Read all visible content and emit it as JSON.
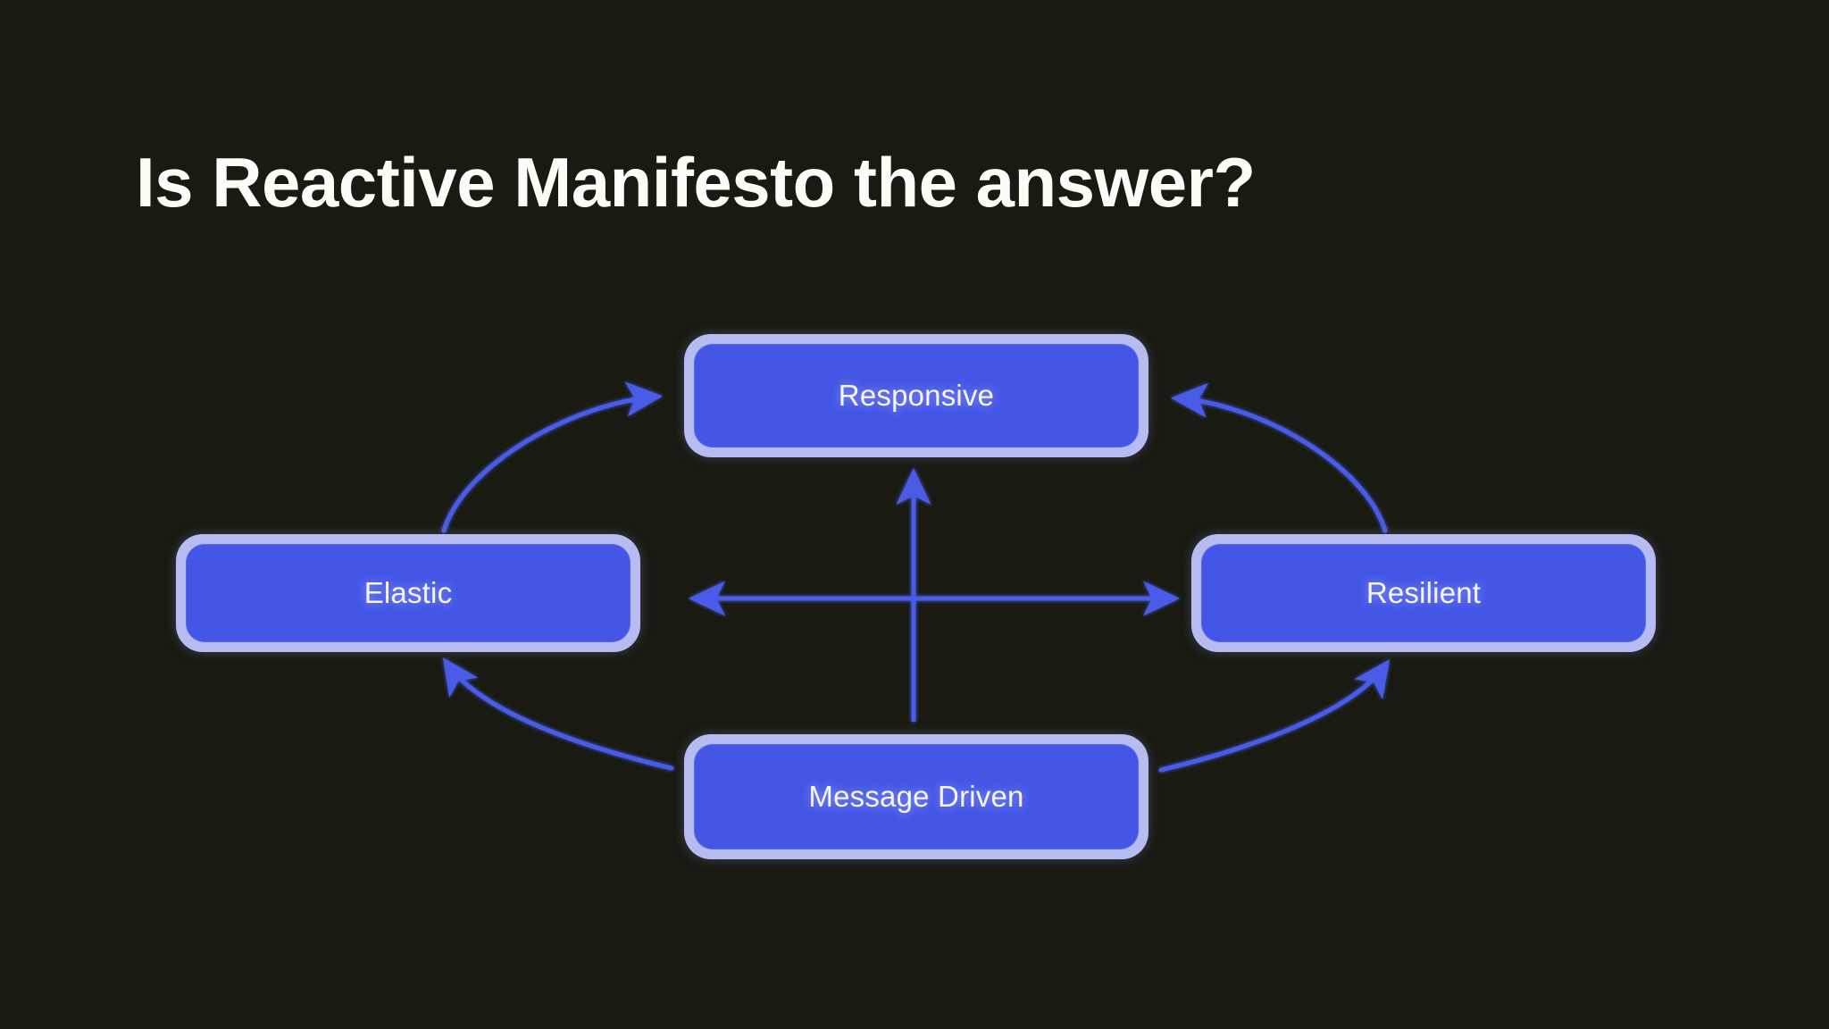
{
  "slide": {
    "title": "Is Reactive Manifesto the answer?",
    "background_color": "#191a12",
    "title_color": "#fdfdf8"
  },
  "theme": {
    "node_fill": "#4456e6",
    "node_border": "#b6bcf2",
    "node_text": "#f4f5ff",
    "arrow_color": "#4a5ce8",
    "arrow_highlight": "#8f9bf0"
  },
  "diagram": {
    "type": "reactive-manifesto-traits",
    "nodes": [
      {
        "id": "responsive",
        "label": "Responsive"
      },
      {
        "id": "elastic",
        "label": "Elastic"
      },
      {
        "id": "resilient",
        "label": "Resilient"
      },
      {
        "id": "message",
        "label": "Message Driven"
      }
    ],
    "connections": [
      {
        "from": "elastic",
        "to": "responsive",
        "style": "curved",
        "heads": "to"
      },
      {
        "from": "resilient",
        "to": "responsive",
        "style": "curved",
        "heads": "to"
      },
      {
        "from": "message",
        "to": "elastic",
        "style": "curved",
        "heads": "to"
      },
      {
        "from": "message",
        "to": "resilient",
        "style": "curved",
        "heads": "to"
      },
      {
        "from": "message",
        "to": "responsive",
        "style": "straight",
        "heads": "to"
      },
      {
        "from": "elastic",
        "to": "resilient",
        "style": "straight",
        "heads": "both"
      }
    ]
  }
}
